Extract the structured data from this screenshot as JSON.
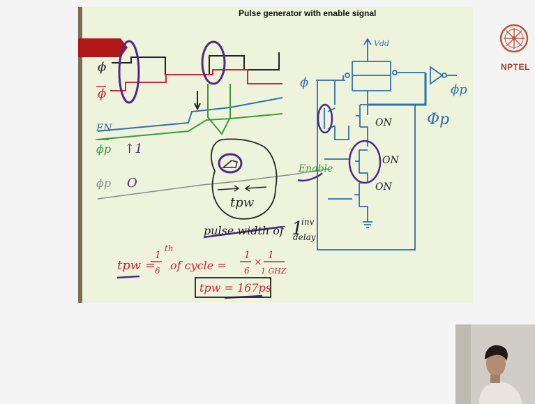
{
  "slide": {
    "title": "Pulse generator with enable signal",
    "logo_text": "NPTEL"
  },
  "annotations": {
    "phi": "ϕ",
    "phi_bar": "ϕ",
    "en": "EN",
    "phi_p_bar": "ϕp",
    "arrow_one": "↑1",
    "phi_p": "ϕp",
    "zero": "O",
    "t_pw": "tpw",
    "pulse_width_label": "pulse width of",
    "one_inv": "1",
    "inv": "inv",
    "delay": "delay",
    "vdd": "Vdd",
    "phi_right": "ϕ",
    "phi_p_out_small": "ϕp",
    "phi_p_out_big": "Φp",
    "on_1": "ON",
    "on_2": "ON",
    "on_3": "ON",
    "enable": "Enable",
    "eq1_lhs": "tpw =",
    "eq1_frac_num": "1",
    "eq1_frac_den": "6",
    "eq1_th": "th",
    "eq1_of_cycle": "of cycle =",
    "eq1_num2": "1",
    "eq1_den2": "6",
    "eq1_times": "×",
    "eq1_num3": "1",
    "eq1_den3": "1 GHZ",
    "eq2": "tpw = 167ps"
  },
  "colors": {
    "slide_bg": "#eef3dc",
    "black_ink": "#222222",
    "red_ink": "#d0243a",
    "blue_ink": "#2f6fb0",
    "green_ink": "#3a9a3a",
    "purple_ink": "#4b2a8a",
    "gray_ink": "#8a8a8a",
    "tab_red": "#b01818"
  }
}
